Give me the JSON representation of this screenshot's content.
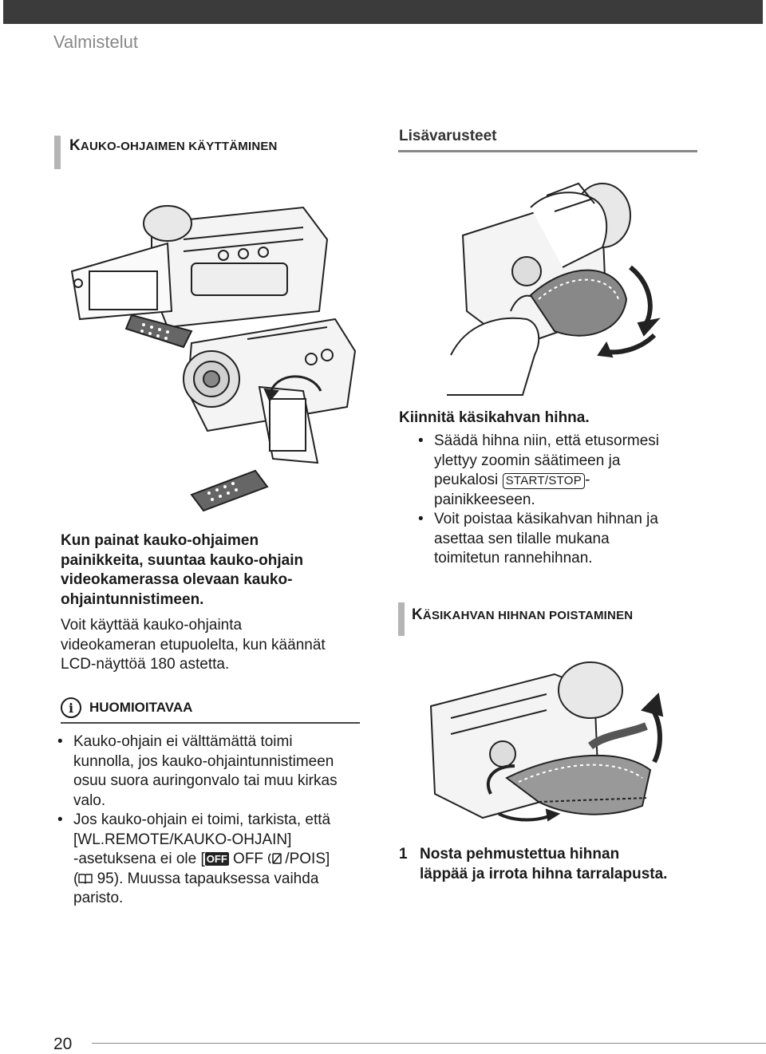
{
  "header": {
    "section": "Valmistelut"
  },
  "left_section": {
    "heading_first": "K",
    "heading_rest": "AUKO-OHJAIMEN KÄYTTÄMINEN",
    "intro_bold_lines": [
      "Kun painat kauko-ohjaimen",
      "painikkeita, suuntaa kauko-ohjain",
      "videokamerassa olevaan kauko-",
      "ohjaintunnistimeen."
    ],
    "intro_lines": [
      "Voit käyttää kauko-ohjainta",
      "videokameran etupuolelta, kun käännät",
      "LCD-näyttöä 180 astetta."
    ]
  },
  "notes": {
    "icon": "info-icon",
    "label": "HUOMIOITAVAA",
    "item1": [
      "Kauko-ohjain ei välttämättä toimi",
      "kunnolla, jos kauko-ohjaintunnistimeen",
      "osuu suora auringonvalo tai muu kirkas",
      "valo."
    ],
    "item2_lines": [
      "Jos kauko-ohjain ei toimi, tarkista, että",
      "[WL.REMOTE/KAUKO-OHJAIN]"
    ],
    "item2_line3_pre": "-asetuksena ei ole [",
    "off_badge": "OFF",
    "off_text": " OFF ",
    "pois_text": "/POIS]",
    "item2_line4_pre": "(",
    "item2_line4_post": " 95). Muussa tapauksessa vaihda",
    "item2_line5": "paristo."
  },
  "accessories": {
    "title": "Lisävarusteet",
    "attach_title": "Kiinnitä käsikahvan hihna.",
    "b1_line1": "Säädä hihna niin, että etusormesi",
    "b1_line2": "ylettyy zoomin säätimeen ja",
    "b1_line3_pre": "peukalosi ",
    "b1_button": "START/STOP",
    "b1_line3_post": "-",
    "b1_line4": "painikkeeseen.",
    "b2_lines": [
      "Voit poistaa käsikahvan hihnan ja",
      "asettaa sen tilalle mukana",
      "toimitetun rannehihnan."
    ],
    "remove_heading_first": "K",
    "remove_heading_rest": "ÄSIKAHVAN HIHNAN POISTAMINEN",
    "step_num": "1",
    "step_lines": [
      "Nosta pehmustettua hihnan",
      "läppää ja irrota hihna tarralapusta."
    ]
  },
  "footer": {
    "page": "20"
  }
}
